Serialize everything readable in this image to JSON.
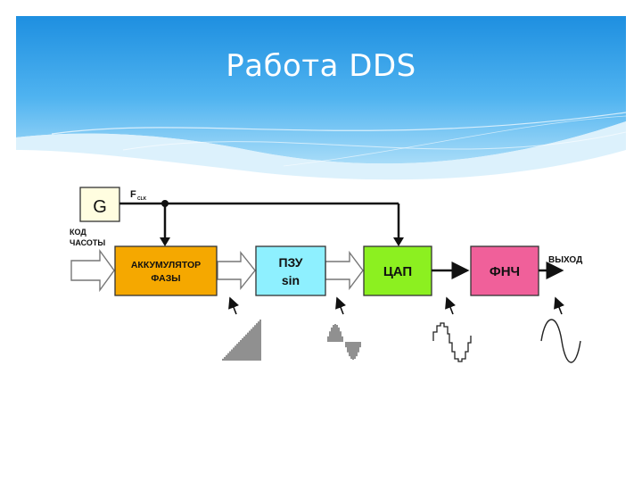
{
  "slide": {
    "title": "Работа DDS",
    "colors": {
      "banner_top": "#1e90e0",
      "banner_bottom": "#cdeafb"
    }
  },
  "diagram": {
    "clock_block": {
      "label": "G"
    },
    "clock_label": {
      "main": "F",
      "sub": "CLK"
    },
    "freq_code_label": [
      "КОД",
      "ЧАСОТЫ"
    ],
    "blocks": [
      {
        "id": "accumulator",
        "lines": [
          "АККУМУЛЯТОР",
          "ФАЗЫ"
        ],
        "color": "#f5a800"
      },
      {
        "id": "rom",
        "lines": [
          "ПЗУ",
          "sin"
        ],
        "color": "#8ef0ff"
      },
      {
        "id": "dac",
        "lines": [
          "ЦАП"
        ],
        "color": "#8cf020"
      },
      {
        "id": "lpf",
        "lines": [
          "ФНЧ"
        ],
        "color": "#f0609a"
      }
    ],
    "output_label": "ВЫХОД",
    "waveforms": [
      "sawtooth-phase",
      "staircase-sine",
      "stepped-sine",
      "smooth-sine"
    ]
  }
}
